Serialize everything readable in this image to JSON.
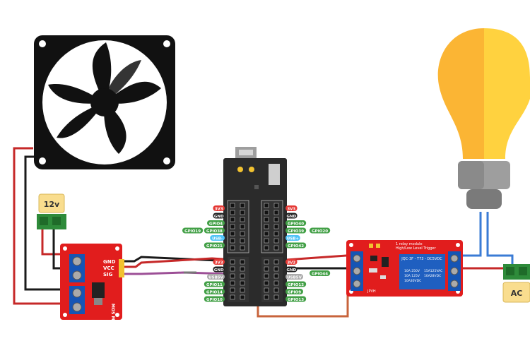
{
  "power_label": "12v",
  "ac_label": "AC",
  "mos_module": {
    "title": "MOS Module",
    "pin_gnd": "GND",
    "pin_vcc": "VCC",
    "pin_sig": "SIG"
  },
  "relay_module": {
    "title_line1": "1 relay module",
    "title_line2": "High/Low Level Trigger",
    "relay_model": "JQC-3F - T73 - DC5VDC",
    "rating_left": [
      "10A 250V",
      "10A 125V",
      "10A30VDC"
    ],
    "rating_right": [
      "15A125VAC",
      "10A28VDC"
    ],
    "jumper_label": "JPVH"
  },
  "board_labels": {
    "left_top": [
      {
        "text": "3V3",
        "color": "#e53935"
      },
      {
        "text": "GND",
        "color": "#222222"
      },
      {
        "text": "GPIO4",
        "color": "#43a047"
      },
      {
        "text": "GPIO38",
        "color": "#43a047"
      },
      {
        "text": "USB-",
        "color": "#4fc3f7"
      },
      {
        "text": "GPIO21",
        "color": "#43a047"
      }
    ],
    "left_top_extra": "GPIO19",
    "right_top": [
      {
        "text": "3V3",
        "color": "#e53935"
      },
      {
        "text": "GND",
        "color": "#222222"
      },
      {
        "text": "GPIO40",
        "color": "#43a047"
      },
      {
        "text": "GPIO39",
        "color": "#43a047"
      },
      {
        "text": "USB+",
        "color": "#4fc3f7"
      },
      {
        "text": "GPIO42",
        "color": "#43a047"
      }
    ],
    "right_top_extra": "GPIO20",
    "left_bottom": [
      {
        "text": "3V3",
        "color": "#e53935"
      },
      {
        "text": "GND",
        "color": "#222222"
      },
      {
        "text": "USB5V",
        "color": "#aaaaaa"
      },
      {
        "text": "GPIO11",
        "color": "#43a047"
      },
      {
        "text": "GPIO14",
        "color": "#43a047"
      },
      {
        "text": "GPIO10",
        "color": "#43a047"
      }
    ],
    "right_bottom": [
      {
        "text": "3V2",
        "color": "#e53935"
      },
      {
        "text": "GND",
        "color": "#222222"
      },
      {
        "text": "USB5V",
        "color": "#aaaaaa"
      },
      {
        "text": "GPIO12",
        "color": "#43a047"
      },
      {
        "text": "GPIO9",
        "color": "#43a047"
      },
      {
        "text": "GPIO13",
        "color": "#43a047"
      }
    ],
    "right_bottom_extra": "GPIO44"
  },
  "colors": {
    "wire_red": "#c62828",
    "wire_black": "#1a1a1a",
    "wire_orange": "#c8643c",
    "wire_purple": "#9c4f96",
    "wire_blue": "#3a7bd5",
    "module_red": "#e11d1d",
    "bulb_yellow": "#ffd23f",
    "bulb_orange": "#fbb534",
    "terminal_green": "#2e8b3a",
    "label_tan": "#f9dd8e"
  }
}
